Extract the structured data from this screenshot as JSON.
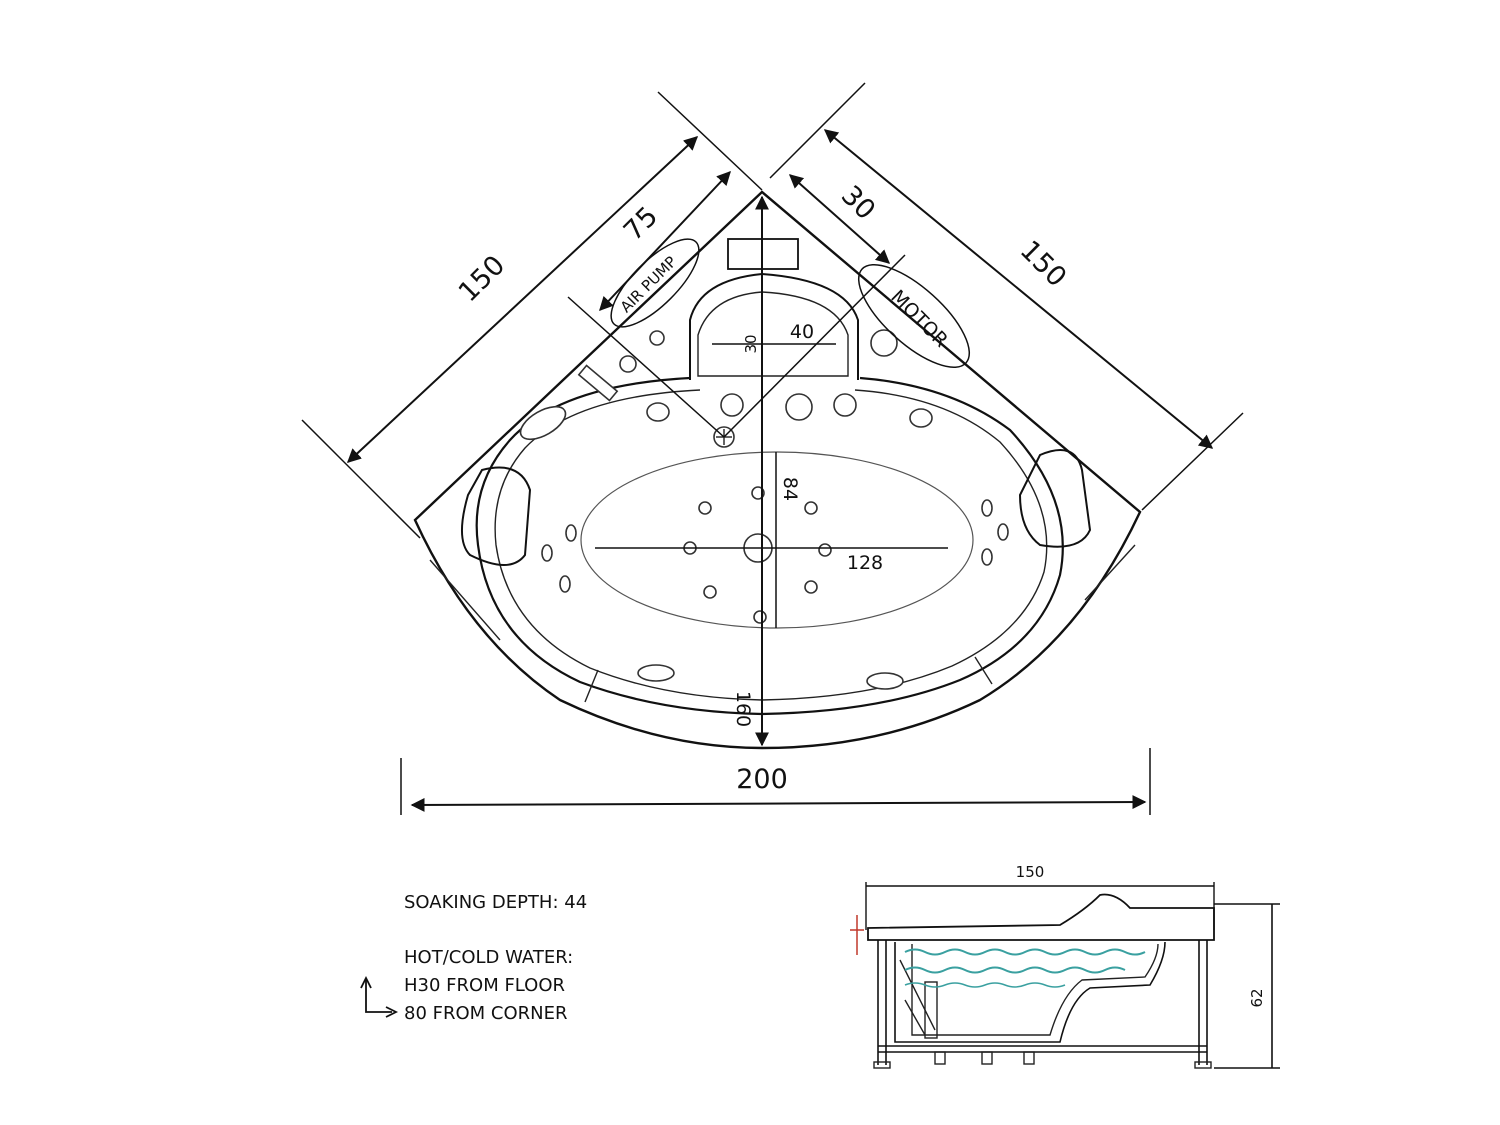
{
  "top_view": {
    "dim_left_side": "150",
    "dim_left_inner": "75",
    "dim_right_side": "150",
    "dim_right_inner": "30",
    "dim_width": "200",
    "dim_depth": "160",
    "dim_basin_length": "128",
    "dim_basin_width": "84",
    "dim_niche_width": "40",
    "dim_niche_depth": "30",
    "label_air_pump": "AIR PUMP",
    "label_motor": "MOTOR"
  },
  "side_view": {
    "dim_length": "150",
    "dim_height": "62"
  },
  "notes": {
    "soaking_depth": "SOAKING DEPTH: 44",
    "water_title": "HOT/COLD WATER:",
    "water_height": "H30 FROM FLOOR",
    "water_corner": "80 FROM CORNER"
  },
  "colors": {
    "line": "#111111",
    "water": "#3aa0a0",
    "highlight": "#c0392b"
  }
}
